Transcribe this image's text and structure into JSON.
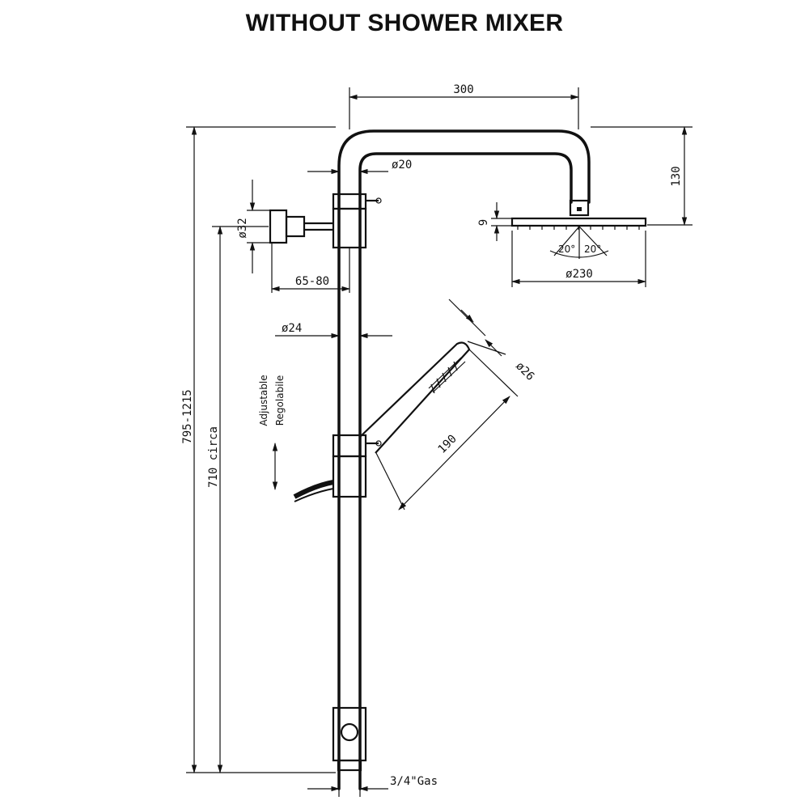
{
  "title": "WITHOUT SHOWER MIXER",
  "dimensions": {
    "arm_length": "300",
    "arm_drop": "130",
    "pipe_top_diameter": "ø20",
    "bracket_diameter": "ø32",
    "wall_offset": "65-80",
    "pipe_diameter": "ø24",
    "head_thickness": "9",
    "head_angle_left": "20°",
    "head_angle_right": "20°",
    "head_diameter": "ø230",
    "handshower_diameter": "ø26",
    "handshower_length": "190",
    "overall_height": "795-1215",
    "bracket_height": "710 circa",
    "connection": "3/4\"Gas"
  },
  "labels": {
    "adjustable": "Adjustable",
    "adjustable_it": "Regolabile"
  }
}
